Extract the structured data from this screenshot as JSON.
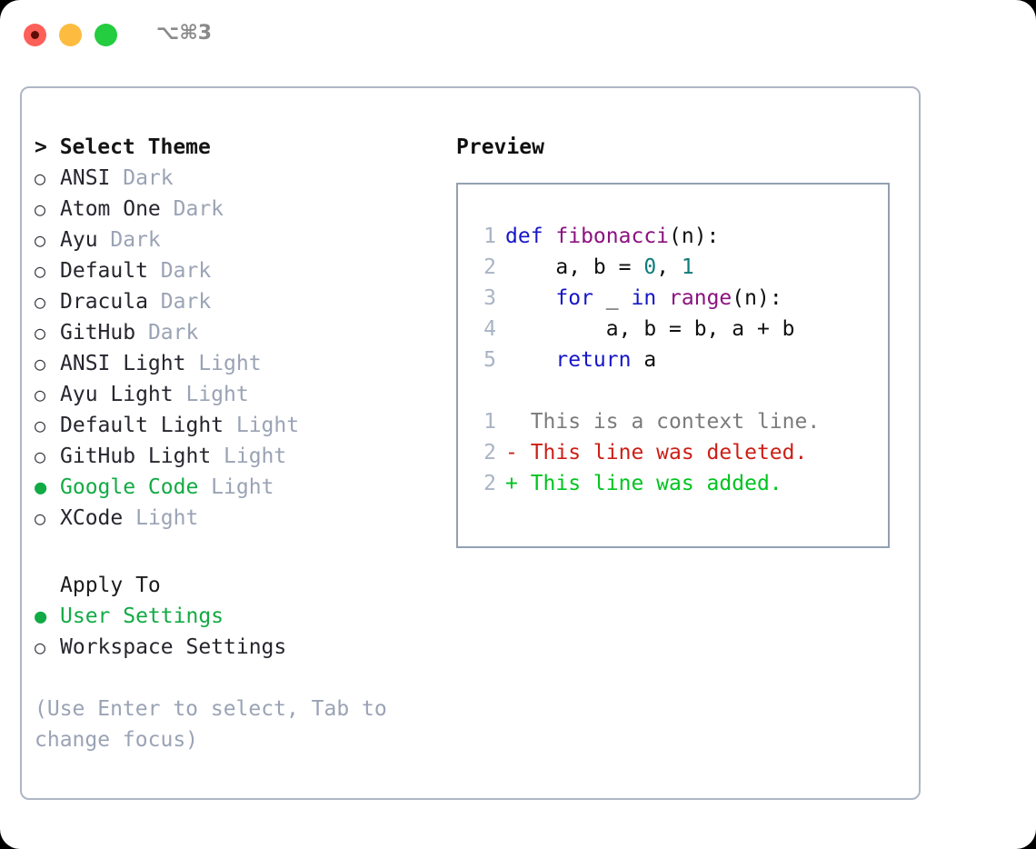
{
  "window": {
    "shortcut": "⌥⌘3",
    "traffic_lights": [
      {
        "name": "close-button",
        "color": "#fd6058"
      },
      {
        "name": "minimize-button",
        "color": "#fdbc40"
      },
      {
        "name": "maximize-button",
        "color": "#24cc3f"
      }
    ]
  },
  "theme_picker": {
    "heading": "> Select Theme",
    "heading_caret": ">",
    "heading_text": "Select Theme",
    "selected_bullet": "●",
    "unselected_bullet": "○",
    "items": [
      {
        "bullet": "○",
        "label": "ANSI",
        "badge": "Dark",
        "selected": false
      },
      {
        "bullet": "○",
        "label": "Atom One",
        "badge": "Dark",
        "selected": false
      },
      {
        "bullet": "○",
        "label": "Ayu",
        "badge": "Dark",
        "selected": false
      },
      {
        "bullet": "○",
        "label": "Default",
        "badge": "Dark",
        "selected": false
      },
      {
        "bullet": "○",
        "label": "Dracula",
        "badge": "Dark",
        "selected": false
      },
      {
        "bullet": "○",
        "label": "GitHub",
        "badge": "Dark",
        "selected": false
      },
      {
        "bullet": "○",
        "label": "ANSI Light",
        "badge": "Light",
        "selected": false
      },
      {
        "bullet": "○",
        "label": "Ayu Light",
        "badge": "Light",
        "selected": false
      },
      {
        "bullet": "○",
        "label": "Default Light",
        "badge": "Light",
        "selected": false
      },
      {
        "bullet": "○",
        "label": "GitHub Light",
        "badge": "Light",
        "selected": false
      },
      {
        "bullet": "●",
        "label": "Google Code",
        "badge": "Light",
        "selected": true
      },
      {
        "bullet": "○",
        "label": "XCode",
        "badge": "Light",
        "selected": false
      }
    ]
  },
  "apply_to": {
    "heading": "Apply To",
    "items": [
      {
        "bullet": "●",
        "label": "User Settings",
        "selected": true
      },
      {
        "bullet": "○",
        "label": "Workspace Settings",
        "selected": false
      }
    ]
  },
  "hint": "(Use Enter to select, Tab to\nchange focus)",
  "preview": {
    "title": "Preview",
    "code_lines": [
      {
        "num": "1",
        "tokens": [
          {
            "t": "def ",
            "c": "kw"
          },
          {
            "t": "fibonacci",
            "c": "fn"
          },
          {
            "t": "(n):",
            "c": "punc"
          }
        ]
      },
      {
        "num": "2",
        "tokens": [
          {
            "t": "    a, b = ",
            "c": "txt"
          },
          {
            "t": "0",
            "c": "num"
          },
          {
            "t": ", ",
            "c": "txt"
          },
          {
            "t": "1",
            "c": "num"
          }
        ]
      },
      {
        "num": "3",
        "tokens": [
          {
            "t": "    ",
            "c": "txt"
          },
          {
            "t": "for",
            "c": "kw"
          },
          {
            "t": " _ ",
            "c": "txt"
          },
          {
            "t": "in",
            "c": "kw"
          },
          {
            "t": " ",
            "c": "txt"
          },
          {
            "t": "range",
            "c": "fn"
          },
          {
            "t": "(n):",
            "c": "punc"
          }
        ]
      },
      {
        "num": "4",
        "tokens": [
          {
            "t": "        a, b = b, a + b",
            "c": "txt"
          }
        ]
      },
      {
        "num": "5",
        "tokens": [
          {
            "t": "    ",
            "c": "txt"
          },
          {
            "t": "return",
            "c": "kw"
          },
          {
            "t": " a",
            "c": "txt"
          }
        ]
      }
    ],
    "diff_lines": [
      {
        "num": "1",
        "marker": " ",
        "text": "  This is a context line.",
        "kind": "ctx"
      },
      {
        "num": "2",
        "marker": "-",
        "text": "- This line was deleted.",
        "kind": "del"
      },
      {
        "num": "2",
        "marker": "+",
        "text": "+ This line was added.",
        "kind": "add"
      }
    ]
  },
  "colors": {
    "accent_green": "#12ab44",
    "badge_gray": "#9aa3b5",
    "border": "#aeb6c4",
    "keyword": "#1616c8",
    "function": "#8b127f",
    "number": "#0f7b7b",
    "diff_delete": "#cc1f16",
    "diff_add": "#00c41f",
    "diff_context": "#7b7b7b"
  }
}
